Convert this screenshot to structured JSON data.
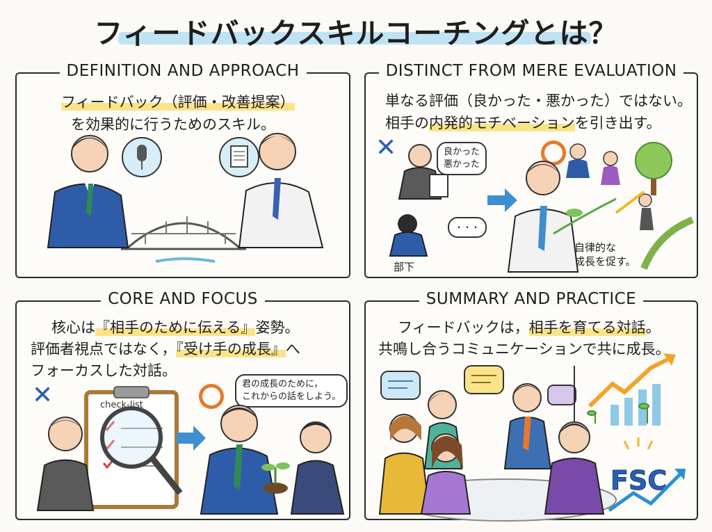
{
  "title": "フィードバックスキルコーチングとは？",
  "panels": {
    "p1": {
      "heading": "DEFINITION AND APPROACH",
      "line1_hl": "フィードバック（評価・改善提案）",
      "line2": "を効果的に行うためのスキル。",
      "icons": [
        "microphone-icon",
        "document-icon"
      ]
    },
    "p2": {
      "heading": "DISTINCT FROM MERE EVALUATION",
      "line1": "単なる評価（良かった・悪かった）ではない。",
      "line2_pre": "相手の",
      "line2_hl": "内発的モチベーション",
      "line2_post": "を引き出す。",
      "bubble_bad": "良かった\n悪かった",
      "dots": "・・・",
      "subordinate": "部下",
      "caption": "自律的な\n成長を促す。"
    },
    "p3": {
      "heading": "CORE AND FOCUS",
      "line1_pre": "核心は",
      "line1_hl": "『相手のために伝える』",
      "line1_post": "姿勢。",
      "line2_pre": "評価者視点ではなく，",
      "line2_hl": "『受け手の成長』",
      "line2_post": "へ",
      "line3": "フォーカスした対話。",
      "clipboard": "check-list",
      "bubble": "君の成長のために，\nこれからの話をしよう。"
    },
    "p4": {
      "heading": "SUMMARY AND PRACTICE",
      "line1_pre": "フィードバックは，",
      "line1_hl": "相手を育てる対話",
      "line1_post": "。",
      "line2": "共鳴し合うコミュニケーションで共に成長。",
      "logo": "FSC"
    }
  },
  "colors": {
    "accent_blue": "#2a5fb0",
    "accent_orange": "#e8782c",
    "highlight_yellow": "#fbe38a",
    "highlight_blue": "#bfe3f3"
  }
}
